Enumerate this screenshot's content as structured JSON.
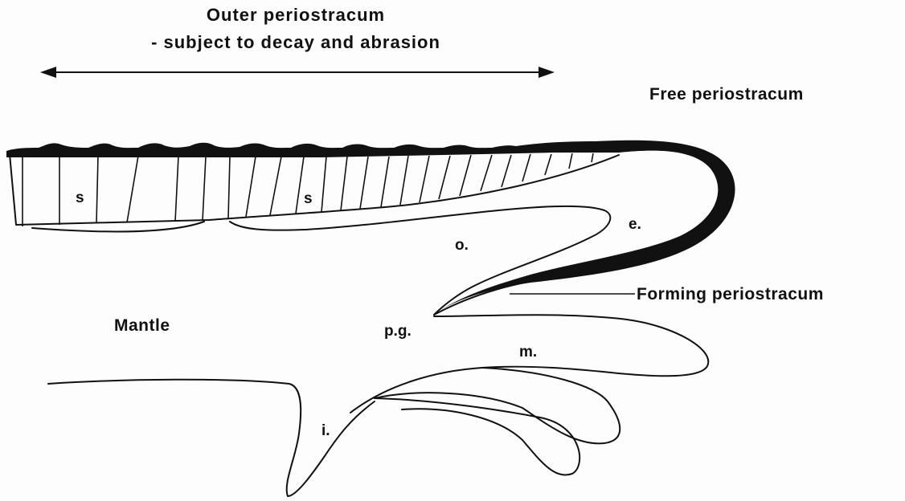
{
  "diagram": {
    "title_line1": "Outer periostracum",
    "title_line2": "- subject to decay and abrasion",
    "free_periostracum": "Free periostracum",
    "forming_periostracum": "Forming periostracum",
    "mantle": "Mantle",
    "label_s1": "s",
    "label_s2": "s",
    "label_e": "e.",
    "label_o": "o.",
    "label_pg": "p.g.",
    "label_m": "m.",
    "label_i": "i."
  },
  "colors": {
    "ink": "#111111",
    "background": "#fdfdfd"
  }
}
